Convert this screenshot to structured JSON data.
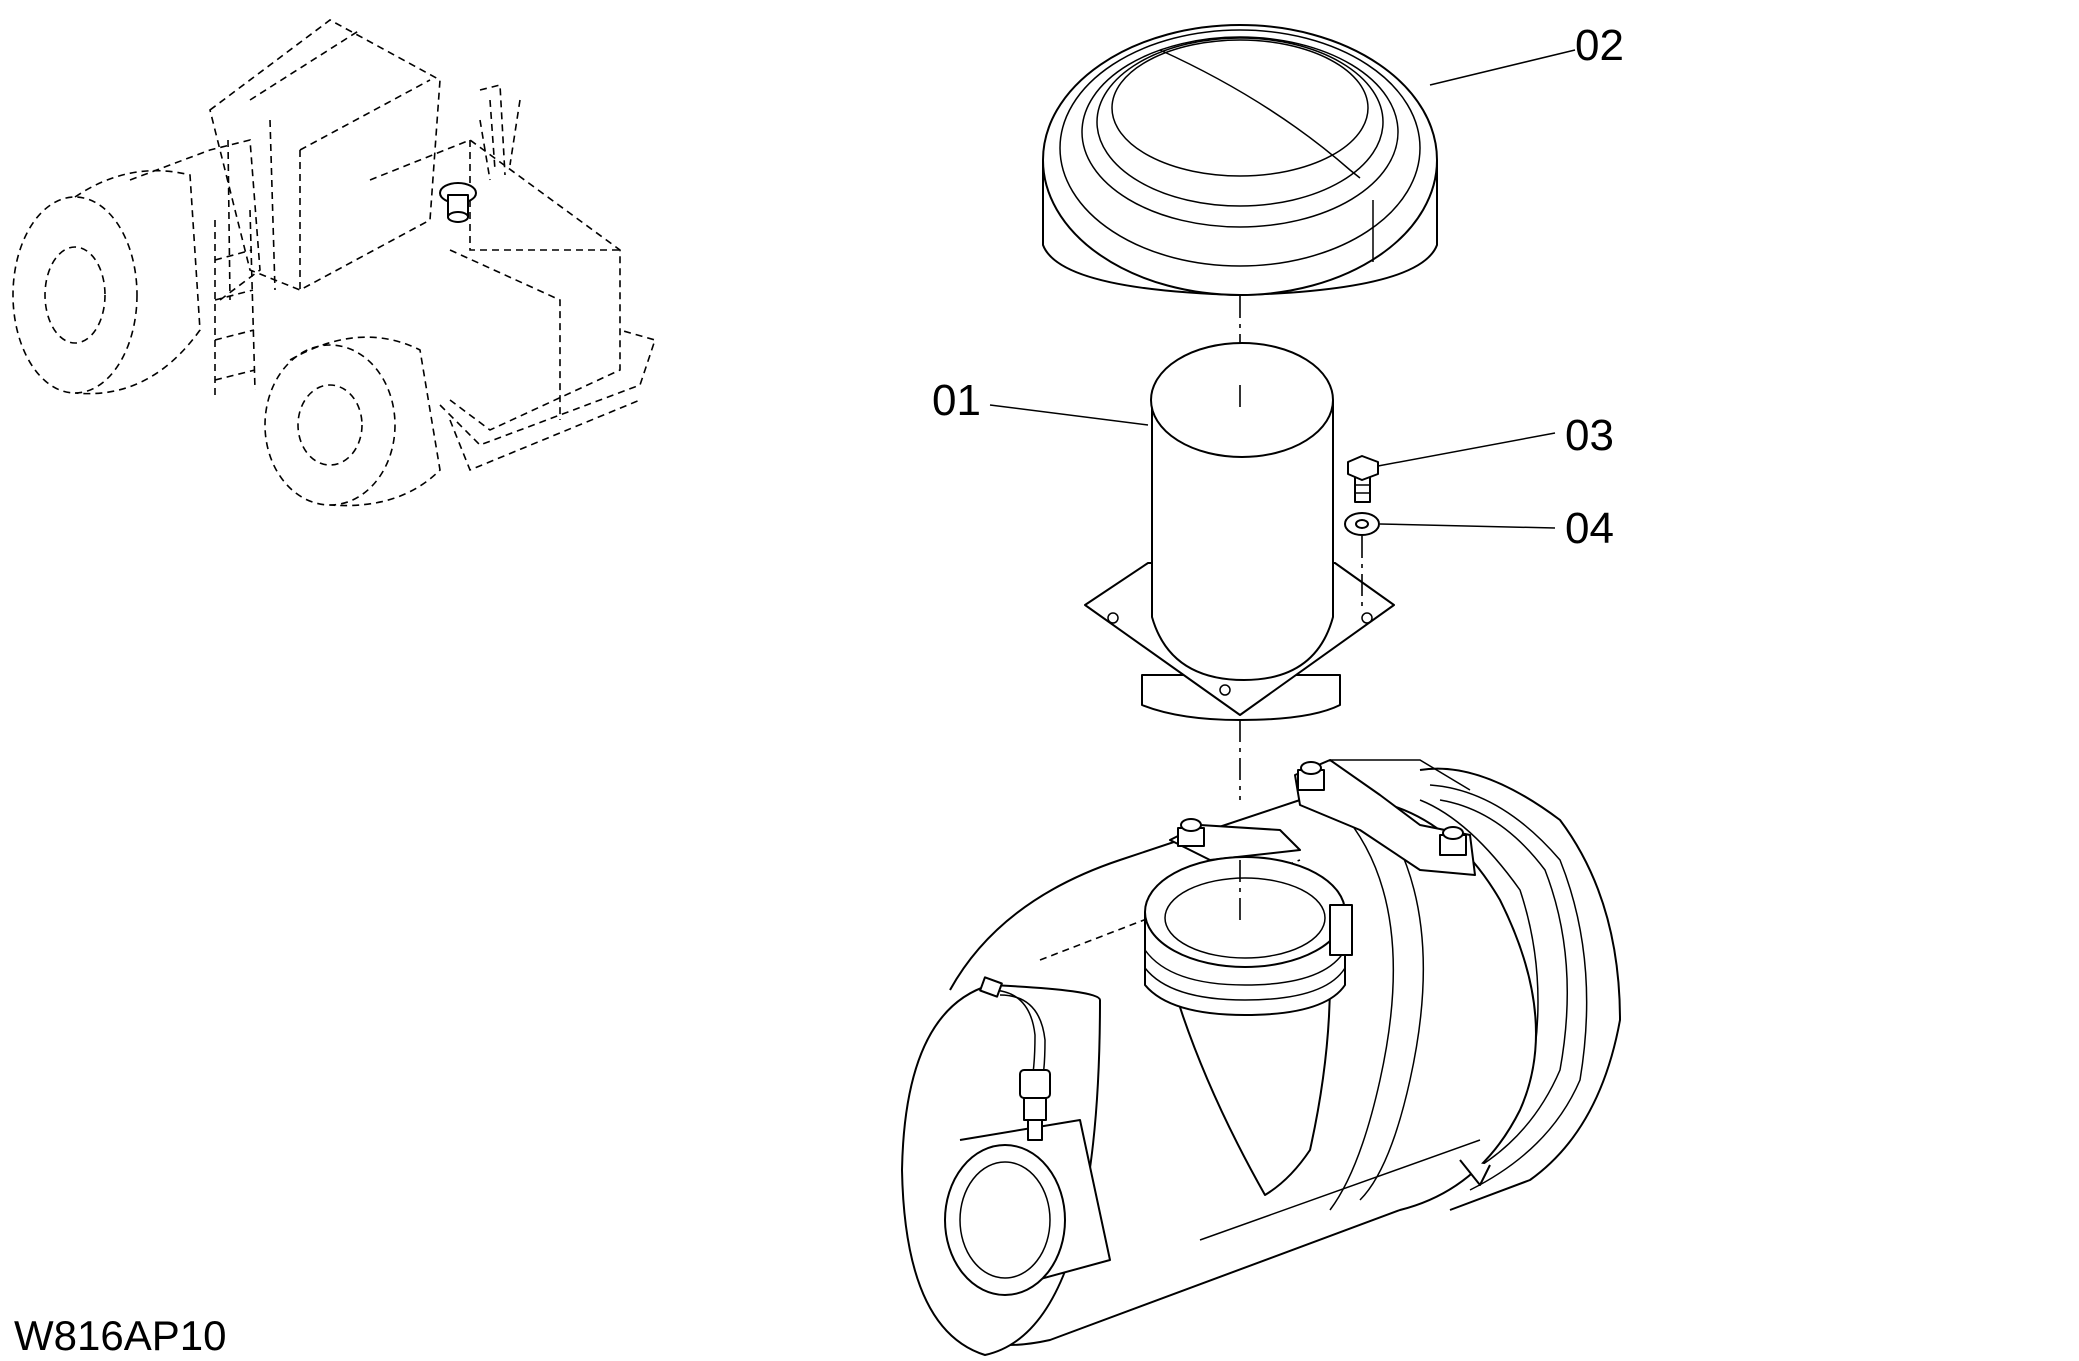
{
  "figure_code": "W816AP10",
  "callouts": [
    {
      "id": "01",
      "label": "01"
    },
    {
      "id": "02",
      "label": "02"
    },
    {
      "id": "03",
      "label": "03"
    },
    {
      "id": "04",
      "label": "04"
    }
  ]
}
